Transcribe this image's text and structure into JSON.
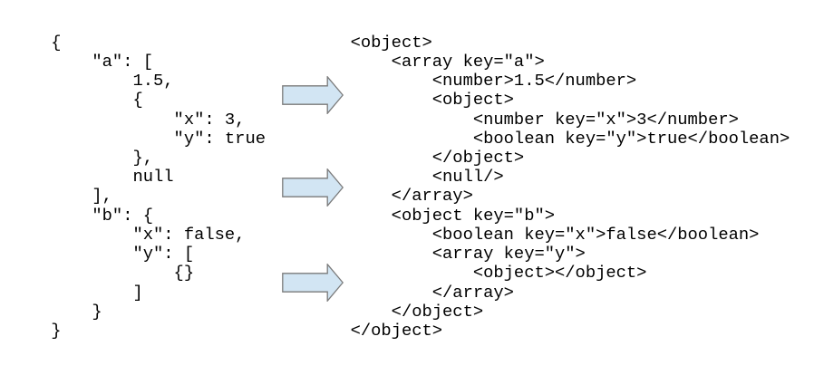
{
  "diagram": {
    "description": "JSON document to XML representation mapping",
    "json_panel": {
      "language": "json",
      "lines": [
        "{",
        "    \"a\": [",
        "        1.5,",
        "        {",
        "            \"x\": 3,",
        "            \"y\": true",
        "        },",
        "        null",
        "    ],",
        "    \"b\": {",
        "        \"x\": false,",
        "        \"y\": [",
        "            {}",
        "        ]",
        "    }",
        "}"
      ]
    },
    "xml_panel": {
      "language": "xml",
      "lines": [
        "<object>",
        "    <array key=\"a\">",
        "        <number>1.5</number>",
        "        <object>",
        "            <number key=\"x\">3</number>",
        "            <boolean key=\"y\">true</boolean>",
        "        </object>",
        "        <null/>",
        "    </array>",
        "    <object key=\"b\">",
        "        <boolean key=\"x\">false</boolean>",
        "        <array key=\"y\">",
        "            <object></object>",
        "        </array>",
        "    </object>",
        "</object>"
      ]
    },
    "arrows": {
      "count": 3,
      "direction": "right"
    },
    "colors": {
      "background": "#ffffff",
      "text": "#000000",
      "arrow_fill": "#d2e5f3",
      "arrow_stroke": "#7a7a7a"
    }
  }
}
